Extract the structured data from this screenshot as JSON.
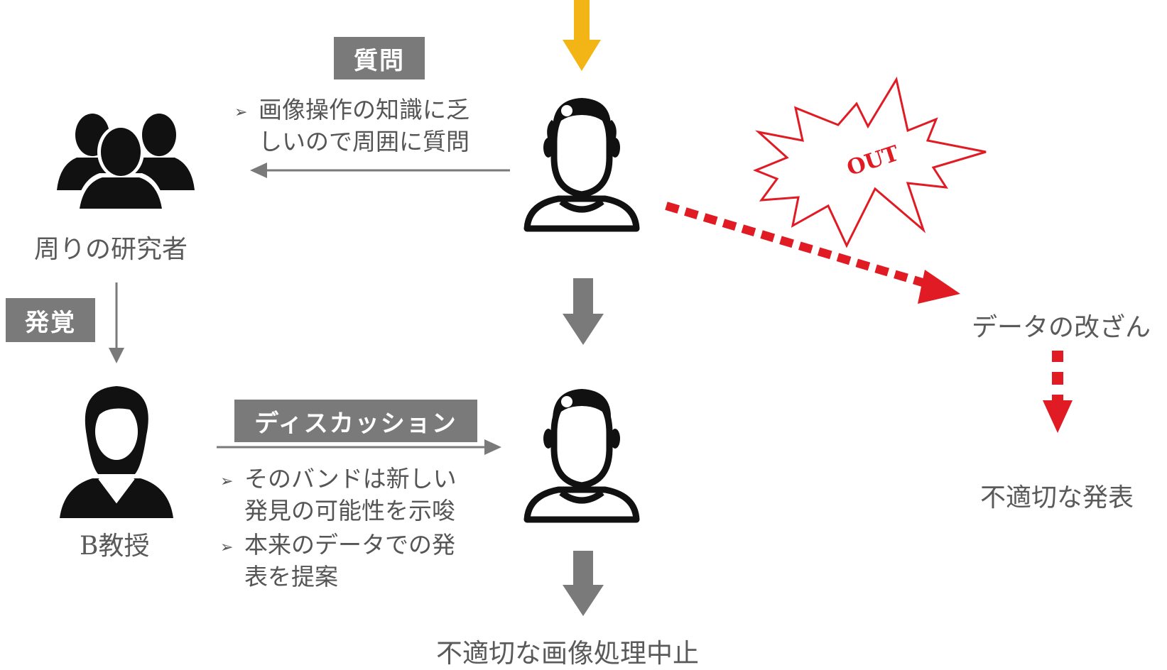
{
  "tags": {
    "question": "質問",
    "discovery": "発覚",
    "discussion": "ディスカッション"
  },
  "labels": {
    "researchers": "周りの研究者",
    "professor": "B教授",
    "tampering": "データの改ざん",
    "bad_presentation": "不適切な発表",
    "stop_processing": "不適切な画像処理中止"
  },
  "notes": {
    "question_note": {
      "line1": "画像操作の知識に乏",
      "line2": "しいので周囲に質問"
    },
    "discussion_note_1": {
      "line1": "そのバンドは新しい",
      "line2": "発見の可能性を示唆"
    },
    "discussion_note_2": {
      "line1": "本来のデータでの発",
      "line2": "表を提案"
    },
    "marker": "➢"
  },
  "burst_text": "OUT",
  "colors": {
    "tag_bg": "#7a7a7a",
    "arrow_gray": "#7a7a7a",
    "arrow_yellow": "#f2b515",
    "danger_red": "#e01b24",
    "icon_black": "#111111"
  }
}
